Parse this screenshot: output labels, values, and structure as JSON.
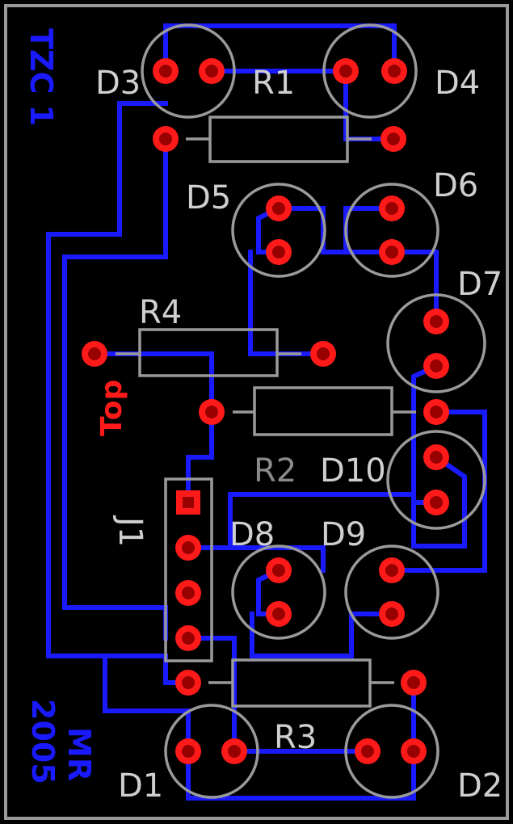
{
  "board": {
    "labels": {
      "D1": "D1",
      "D2": "D2",
      "D3": "D3",
      "D4": "D4",
      "D5": "D5",
      "D6": "D6",
      "D7": "D7",
      "D8": "D8",
      "D9": "D9",
      "D10": "D10",
      "R1": "R1",
      "R2": "R2",
      "R3": "R3",
      "R4": "R4",
      "J1": "J1"
    },
    "top_marker": "Top",
    "mirrored_title": "TZC 1",
    "mirrored_credit_line1": "2005",
    "mirrored_credit_line2": "MR"
  },
  "colors": {
    "background": "#000000",
    "trace": "#1a1aff",
    "silkscreen": "#9a9a9a",
    "pad": "#ff1a1a",
    "pad_drill": "#990000",
    "square_pad": "#ff1a1a"
  }
}
